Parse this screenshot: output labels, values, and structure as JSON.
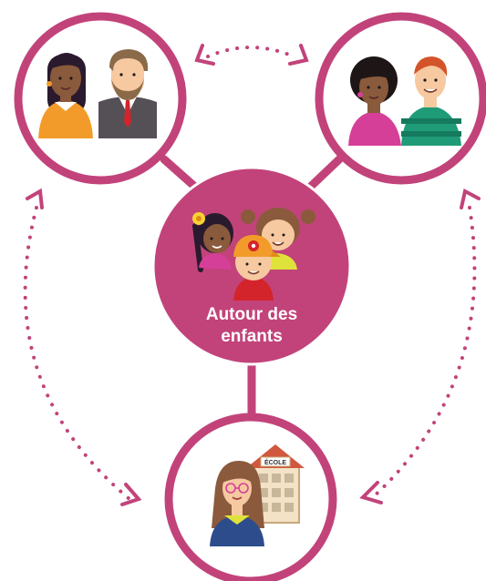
{
  "diagram": {
    "center": {
      "label_line1": "Autour des",
      "label_line2": "enfants"
    },
    "school": {
      "sign": "ÉCOLE"
    }
  },
  "colors": {
    "accent": "#c2437a",
    "school_roof": "#d0583e",
    "skin_light": "#f6c9a0",
    "skin_dark": "#8a5a3c"
  }
}
